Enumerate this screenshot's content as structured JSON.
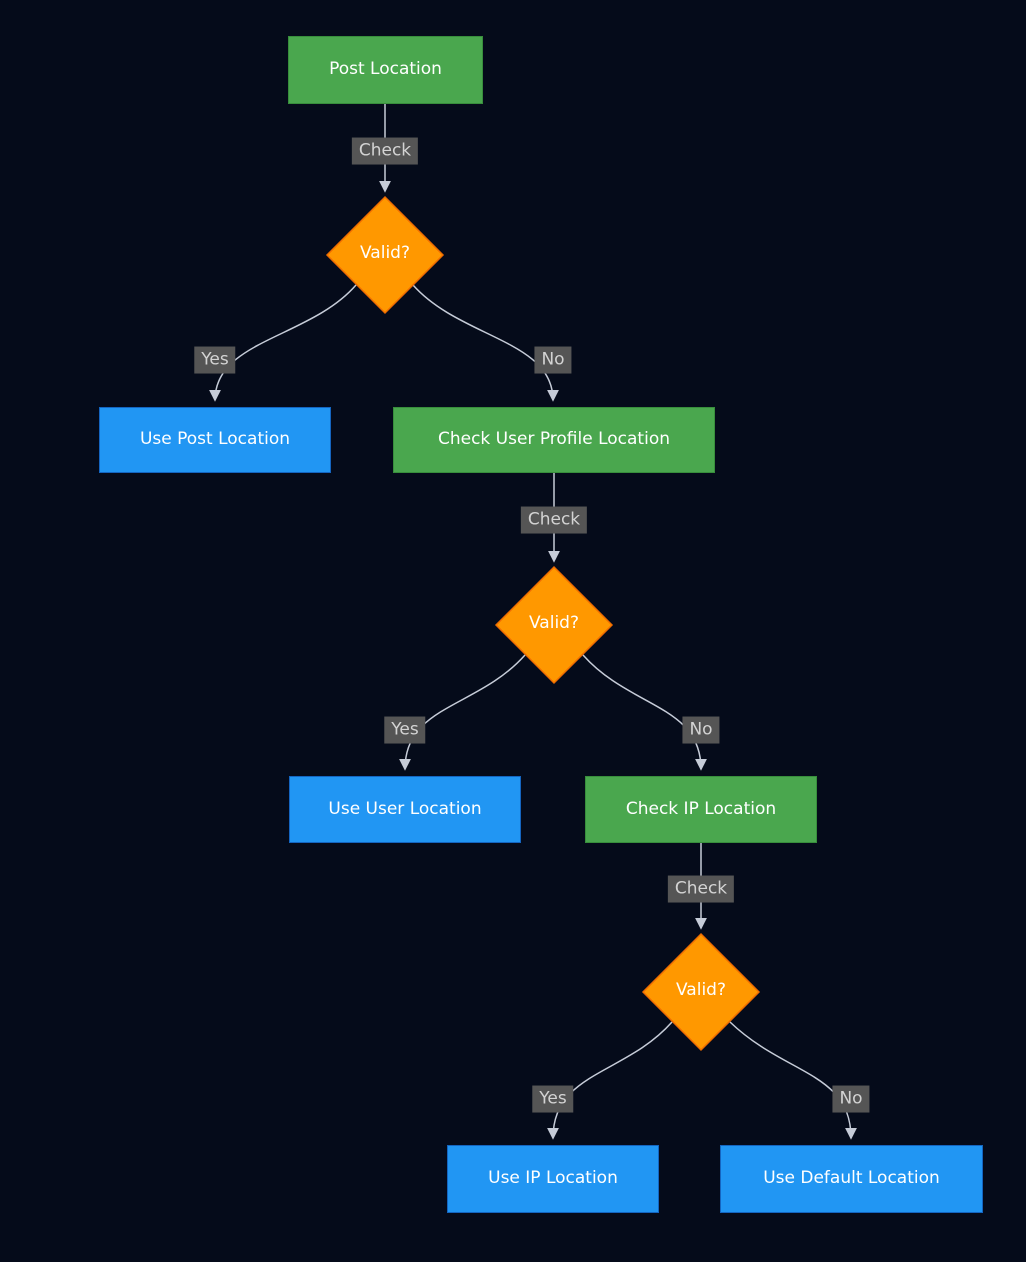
{
  "diagram_type": "flowchart",
  "nodes": {
    "post_location": {
      "label": "Post Location",
      "shape": "rect",
      "color": "green"
    },
    "valid1": {
      "label": "Valid?",
      "shape": "diamond",
      "color": "orange"
    },
    "use_post_location": {
      "label": "Use Post Location",
      "shape": "rect",
      "color": "blue"
    },
    "check_user_profile": {
      "label": "Check User Profile Location",
      "shape": "rect",
      "color": "green"
    },
    "valid2": {
      "label": "Valid?",
      "shape": "diamond",
      "color": "orange"
    },
    "use_user_location": {
      "label": "Use User Location",
      "shape": "rect",
      "color": "blue"
    },
    "check_ip_location": {
      "label": "Check IP Location",
      "shape": "rect",
      "color": "green"
    },
    "valid3": {
      "label": "Valid?",
      "shape": "diamond",
      "color": "orange"
    },
    "use_ip_location": {
      "label": "Use IP Location",
      "shape": "rect",
      "color": "blue"
    },
    "use_default_location": {
      "label": "Use Default Location",
      "shape": "rect",
      "color": "blue"
    }
  },
  "edge_labels": {
    "check1": "Check",
    "yes1": "Yes",
    "no1": "No",
    "check2": "Check",
    "yes2": "Yes",
    "no2": "No",
    "check3": "Check",
    "yes3": "Yes",
    "no3": "No"
  },
  "edges": [
    {
      "from": "Post Location",
      "to": "Valid?",
      "label": "Check"
    },
    {
      "from": "Valid?",
      "to": "Use Post Location",
      "label": "Yes"
    },
    {
      "from": "Valid?",
      "to": "Check User Profile Location",
      "label": "No"
    },
    {
      "from": "Check User Profile Location",
      "to": "Valid?",
      "label": "Check"
    },
    {
      "from": "Valid?",
      "to": "Use User Location",
      "label": "Yes"
    },
    {
      "from": "Valid?",
      "to": "Check IP Location",
      "label": "No"
    },
    {
      "from": "Check IP Location",
      "to": "Valid?",
      "label": "Check"
    },
    {
      "from": "Valid?",
      "to": "Use IP Location",
      "label": "Yes"
    },
    {
      "from": "Valid?",
      "to": "Use Default Location",
      "label": "No"
    }
  ],
  "colors": {
    "background": "#050b1a",
    "green_fill": "#4aa74e",
    "green_stroke": "#388e3c",
    "blue_fill": "#2196f3",
    "blue_stroke": "#1565c0",
    "orange_fill": "#ff9800",
    "orange_stroke": "#ef6c00",
    "edge_label_bg": "#555555",
    "edge_label_text": "#d3d3d3",
    "line": "#c6ccd8",
    "node_text": "#ffffff"
  }
}
